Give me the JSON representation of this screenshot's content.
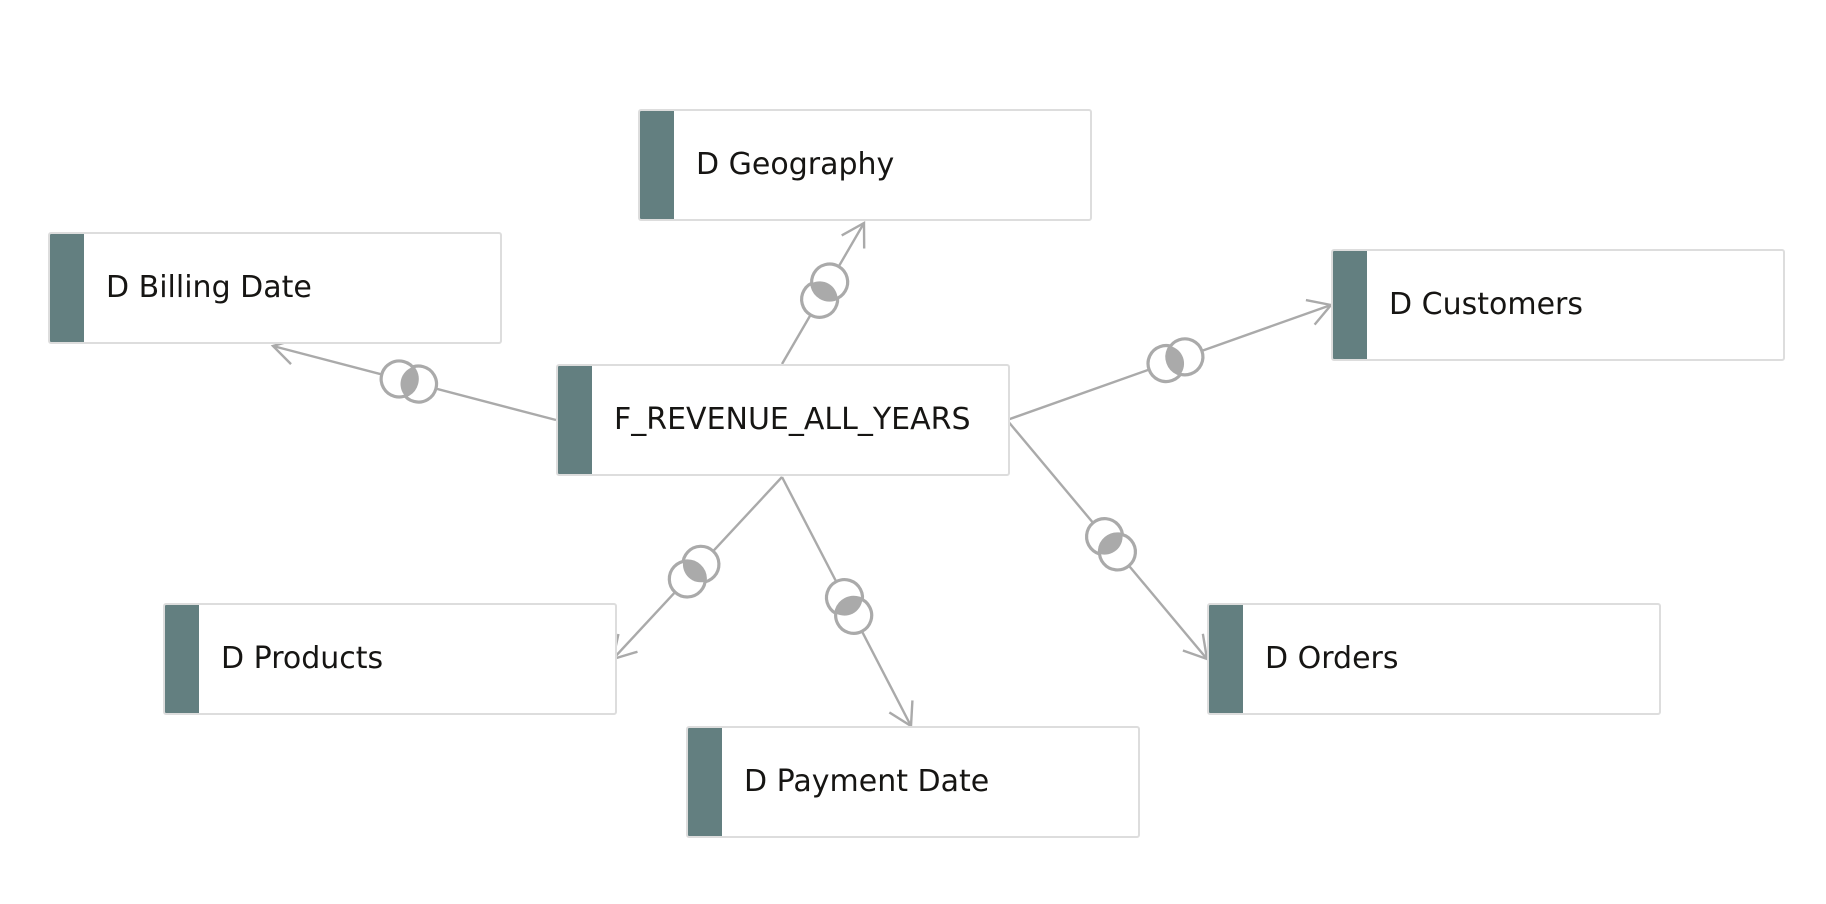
{
  "colors": {
    "node_bar": "#637f80",
    "node_border": "#dddddd",
    "link": "#aaaaaa",
    "label_text": "#161513"
  },
  "fact_table": {
    "id": "fact",
    "label": "F_REVENUE_ALL_YEARS"
  },
  "dimension_tables": [
    {
      "id": "billing",
      "label": "D Billing Date"
    },
    {
      "id": "geography",
      "label": "D Geography"
    },
    {
      "id": "customers",
      "label": "D Customers"
    },
    {
      "id": "products",
      "label": "D Products"
    },
    {
      "id": "payment",
      "label": "D Payment Date"
    },
    {
      "id": "orders",
      "label": "D Orders"
    }
  ],
  "joins": [
    {
      "from": "fact",
      "to": "billing",
      "icon": "inner-join-icon"
    },
    {
      "from": "fact",
      "to": "geography",
      "icon": "inner-join-icon"
    },
    {
      "from": "fact",
      "to": "customers",
      "icon": "inner-join-icon"
    },
    {
      "from": "fact",
      "to": "products",
      "icon": "inner-join-icon"
    },
    {
      "from": "fact",
      "to": "payment",
      "icon": "inner-join-icon"
    },
    {
      "from": "fact",
      "to": "orders",
      "icon": "inner-join-icon"
    }
  ]
}
